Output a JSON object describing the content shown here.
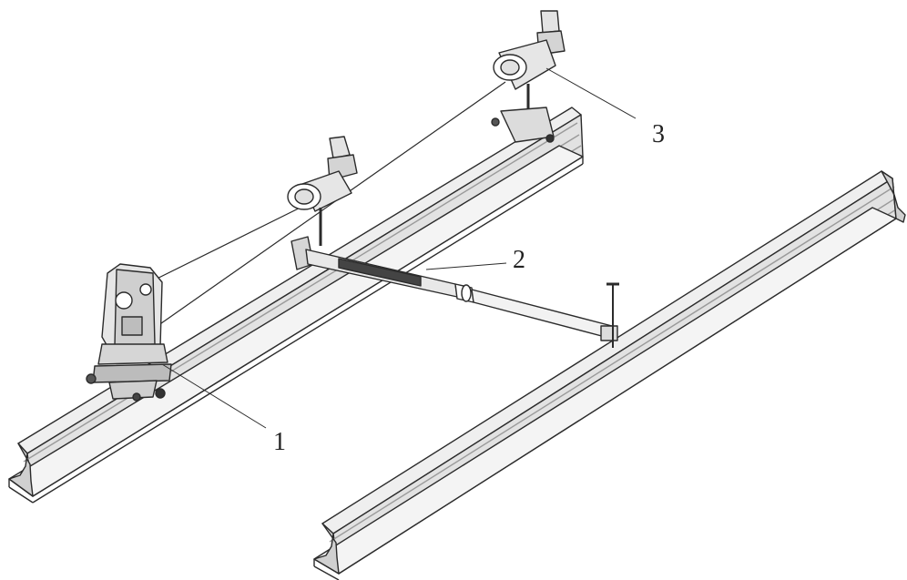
{
  "figure": {
    "callouts": [
      {
        "id": "1",
        "text": "1",
        "part": "total-station"
      },
      {
        "id": "2",
        "text": "2",
        "part": "measuring-rod"
      },
      {
        "id": "3",
        "text": "3",
        "part": "prism-target"
      }
    ]
  },
  "colors": {
    "line": "#2b2b2b",
    "shade": "#9a9a9a",
    "light": "#d9d9d9",
    "background": "#ffffff"
  }
}
